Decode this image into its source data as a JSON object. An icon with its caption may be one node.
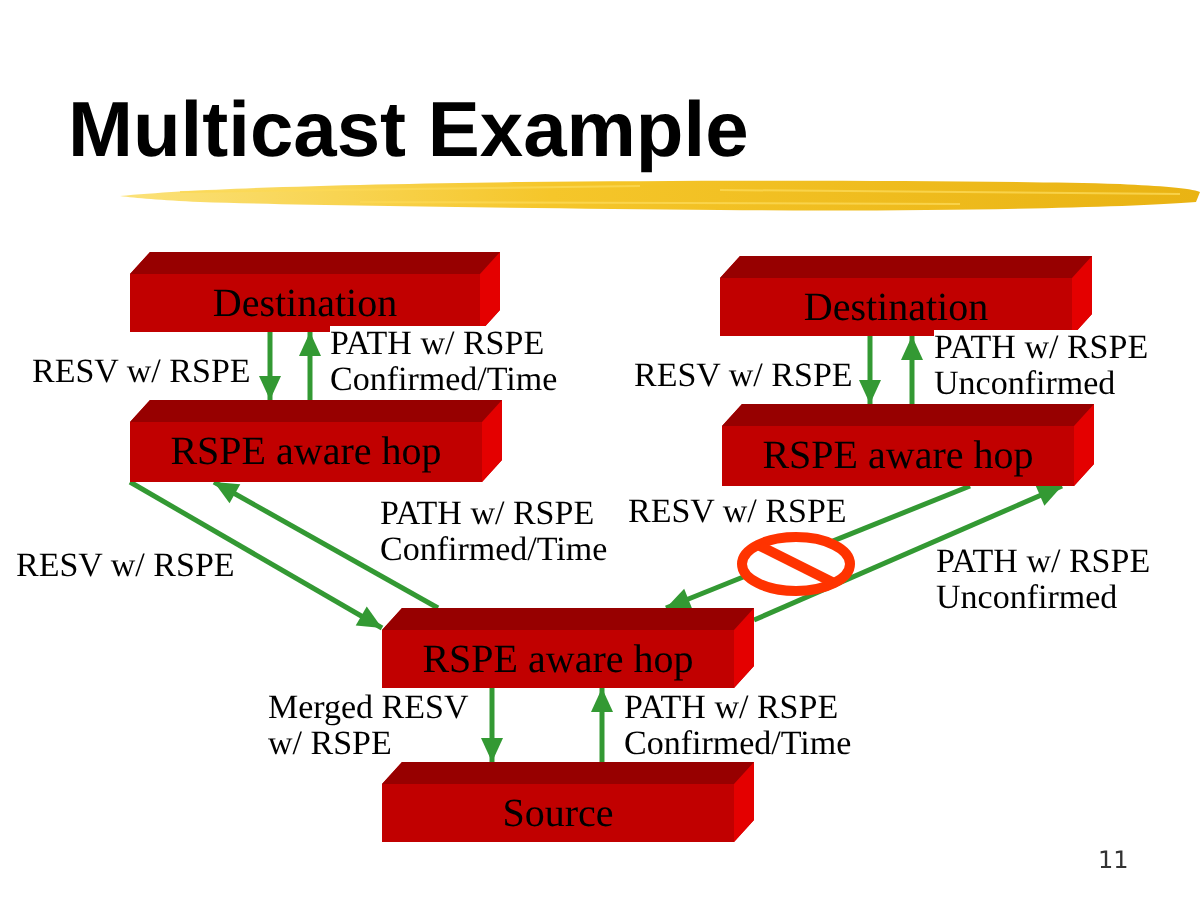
{
  "diagram": {
    "title": "Multicast Example",
    "nodes": [
      {
        "text": [
          "Destination"
        ]
      },
      {
        "text": [
          "Destination"
        ]
      },
      {
        "text": [
          "RSPE aware hop"
        ]
      },
      {
        "text": [
          "RSPE aware hop"
        ]
      },
      {
        "text": [
          "RSPE aware hop"
        ]
      },
      {
        "text": [
          "Source"
        ]
      }
    ],
    "edges": [
      {
        "from": 0,
        "to": 2,
        "arrow": "to",
        "label": "RESV w/ RSPE"
      },
      {
        "from": 2,
        "to": 0,
        "arrow": "to",
        "label": "PATH w/ RSPE Confirmed/Time"
      },
      {
        "from": 1,
        "to": 3,
        "arrow": "to",
        "label": "RESV w/ RSPE"
      },
      {
        "from": 3,
        "to": 1,
        "arrow": "to",
        "label": "PATH w/ RSPE Unconfirmed"
      },
      {
        "from": 2,
        "to": 4,
        "arrow": "to",
        "label": "RESV w/ RSPE"
      },
      {
        "from": 4,
        "to": 2,
        "arrow": "to",
        "label": "PATH w/ RSPE Confirmed/Time"
      },
      {
        "from": 3,
        "to": 4,
        "arrow": "to",
        "label": "RESV w/ RSPE"
      },
      {
        "from": 4,
        "to": 3,
        "arrow": "to",
        "label": "PATH w/ RSPE Unconfirmed"
      },
      {
        "from": 4,
        "to": 5,
        "arrow": "to",
        "label": "Merged RESV w/ RSPE"
      },
      {
        "from": 5,
        "to": 4,
        "arrow": "to",
        "label": "PATH w/ RSPE Confirmed/Time"
      }
    ],
    "labels": [
      "11"
    ]
  }
}
